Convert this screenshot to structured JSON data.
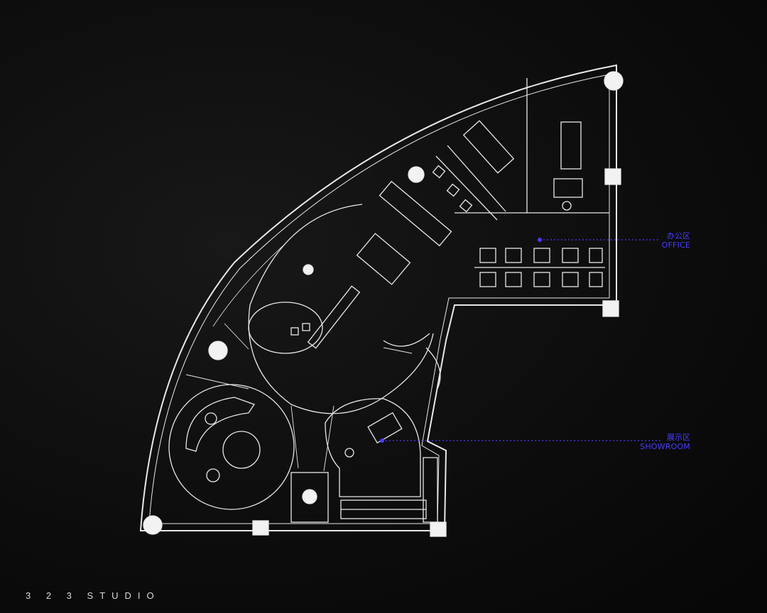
{
  "colors": {
    "background": "#0b0b0b",
    "linework": "#e8e8e8",
    "accent": "#4a3cff"
  },
  "zones": {
    "office": {
      "cn": "办公区",
      "en": "OFFICE"
    },
    "showroom": {
      "cn": "展示区",
      "en": "SHOWROOM"
    }
  },
  "credit": "3 2 3 STUDIO"
}
